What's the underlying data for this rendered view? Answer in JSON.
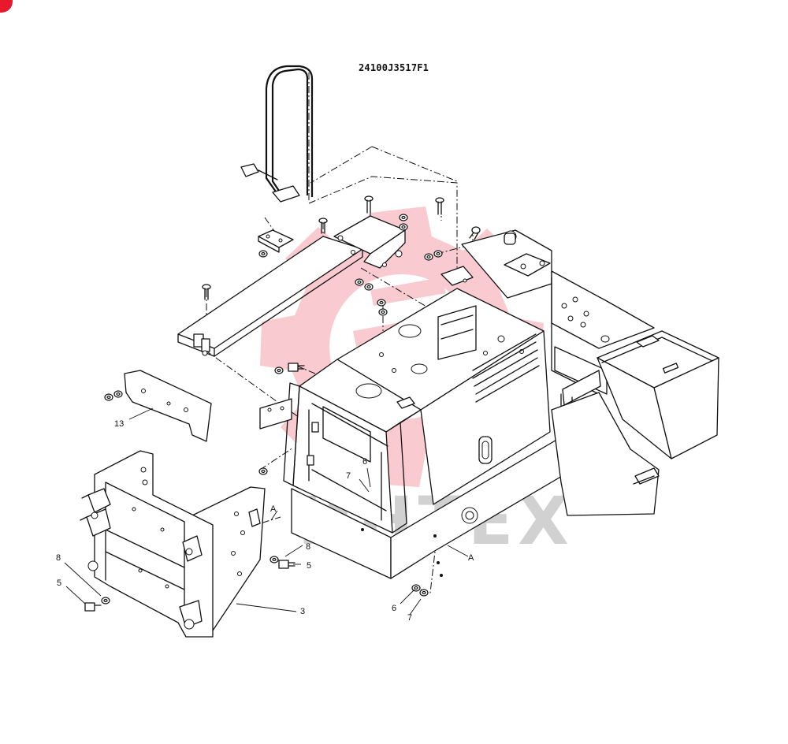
{
  "diagram": {
    "code": "24100J3517F1",
    "watermark_text": "ИНТЕХ",
    "accent_color": "#e8182d",
    "callouts": {
      "p13": "13",
      "p6a": "6",
      "p7a": "7",
      "refA1": "A",
      "p8a": "8",
      "p5a": "5",
      "p8b": "8",
      "p5b": "5",
      "p3": "3",
      "refA2": "A",
      "p6b": "6",
      "p7b": "7"
    }
  }
}
